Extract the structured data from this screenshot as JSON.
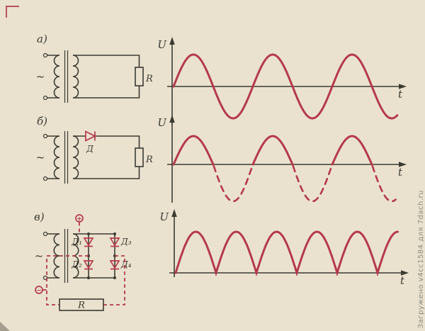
{
  "page": {
    "bg": "#eae2cf",
    "accent": "#b5394a",
    "ink": "#3c3a31",
    "watermark_color": "#8e8d83"
  },
  "watermark": {
    "text": "Загружено v4cc1584 для 7dach.ru"
  },
  "circuits": {
    "a": {
      "label": "а)",
      "source": "~",
      "resistor": "R"
    },
    "b": {
      "label": "б)",
      "source": "~",
      "diode": "Д",
      "resistor": "R"
    },
    "v": {
      "label": "в)",
      "source": "~",
      "d1": "Д₁",
      "d2": "Д₂",
      "d3": "Д₃",
      "d4": "Д₄",
      "resistor": "R",
      "plus": "+",
      "minus": "−"
    }
  },
  "chart_data": [
    {
      "type": "line",
      "waveform": "sine",
      "ylabel": "U",
      "xlabel": "t",
      "amplitude": 1,
      "periods": 2.82,
      "style": "solid",
      "description": "input AC voltage sine wave"
    },
    {
      "type": "line",
      "waveform": "half-wave",
      "ylabel": "U",
      "xlabel": "t",
      "amplitude": 1,
      "periods": 2.8,
      "positive": "solid",
      "negative": "dashed",
      "description": "half-wave rectified voltage, suppressed negative half-cycles dashed"
    },
    {
      "type": "line",
      "waveform": "full-wave-rectified",
      "ylabel": "U",
      "xlabel": "t",
      "amplitude": 1,
      "humps": 5.5,
      "description": "full-wave (bridge) rectified voltage |sin|"
    }
  ]
}
